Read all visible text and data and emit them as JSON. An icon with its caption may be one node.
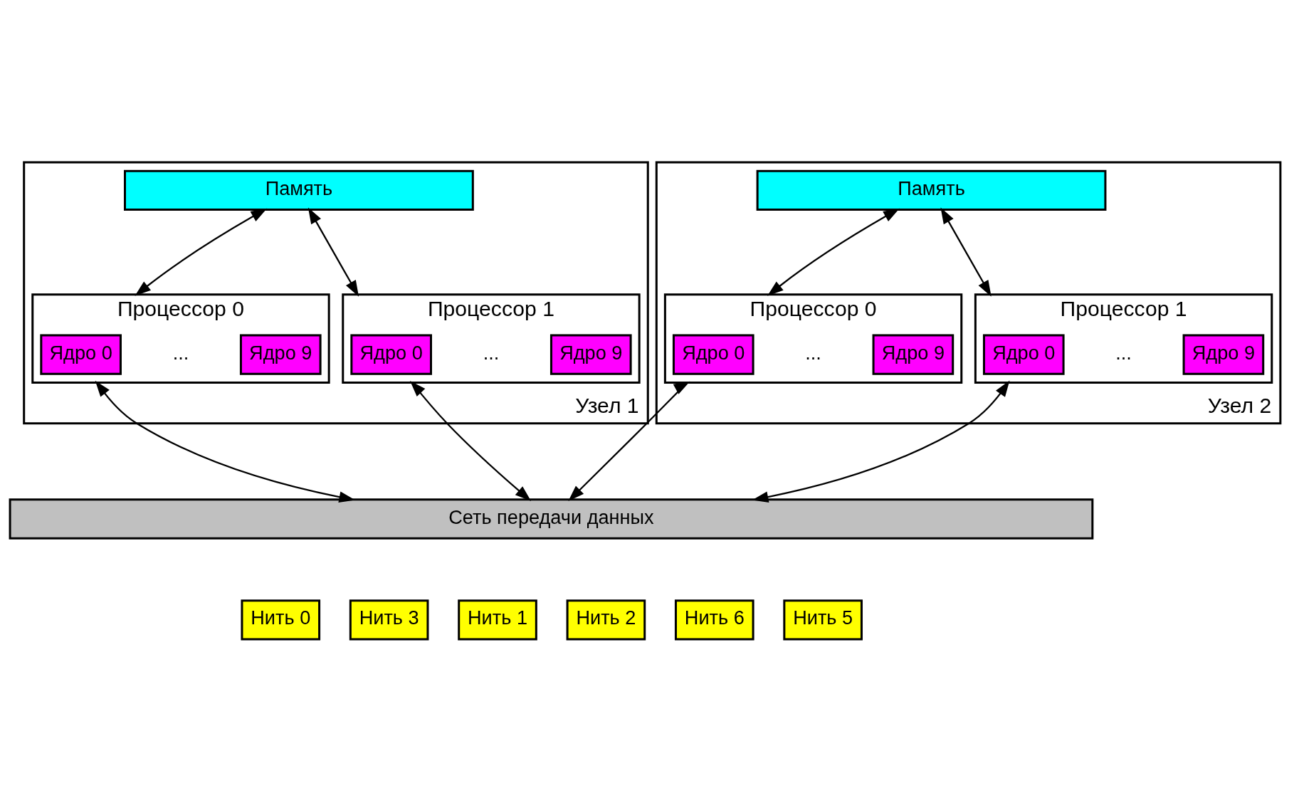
{
  "diagram": {
    "nodes": [
      {
        "text": [
          "Узел 1"
        ]
      },
      {
        "text": [
          "Память"
        ],
        "in": 0
      },
      {
        "text": [
          "Процессор 0"
        ],
        "in": 0
      },
      {
        "text": [
          "Ядро 0"
        ],
        "in": 2
      },
      {
        "text": [
          "Ядро 9"
        ],
        "in": 2
      },
      {
        "text": [
          "Процессор 1"
        ],
        "in": 0
      },
      {
        "text": [
          "Ядро 0"
        ],
        "in": 5
      },
      {
        "text": [
          "Ядро 9"
        ],
        "in": 5
      },
      {
        "text": [
          "Узел 2"
        ]
      },
      {
        "text": [
          "Память"
        ],
        "in": 8
      },
      {
        "text": [
          "Процессор 0"
        ],
        "in": 8
      },
      {
        "text": [
          "Ядро 0"
        ],
        "in": 10
      },
      {
        "text": [
          "Ядро 9"
        ],
        "in": 10
      },
      {
        "text": [
          "Процессор 1"
        ],
        "in": 8
      },
      {
        "text": [
          "Ядро 0"
        ],
        "in": 13
      },
      {
        "text": [
          "Ядро 9"
        ],
        "in": 13
      },
      {
        "text": [
          "Сеть передачи данных"
        ]
      },
      {
        "text": [
          "Нить 0"
        ]
      },
      {
        "text": [
          "Нить 3"
        ]
      },
      {
        "text": [
          "Нить 1"
        ]
      },
      {
        "text": [
          "Нить 2"
        ]
      },
      {
        "text": [
          "Нить 6"
        ]
      },
      {
        "text": [
          "Нить 5"
        ]
      }
    ],
    "edges": [
      {
        "from": 1,
        "to": 2,
        "arrow": "both"
      },
      {
        "from": 1,
        "to": 5,
        "arrow": "both"
      },
      {
        "from": 9,
        "to": 10,
        "arrow": "both"
      },
      {
        "from": 9,
        "to": 13,
        "arrow": "both"
      },
      {
        "from": 2,
        "to": 16,
        "arrow": "both"
      },
      {
        "from": 5,
        "to": 16,
        "arrow": "both"
      },
      {
        "from": 10,
        "to": 16,
        "arrow": "both"
      },
      {
        "from": 13,
        "to": 16,
        "arrow": "both"
      }
    ],
    "labels": [
      "...",
      "...",
      "...",
      "..."
    ]
  }
}
